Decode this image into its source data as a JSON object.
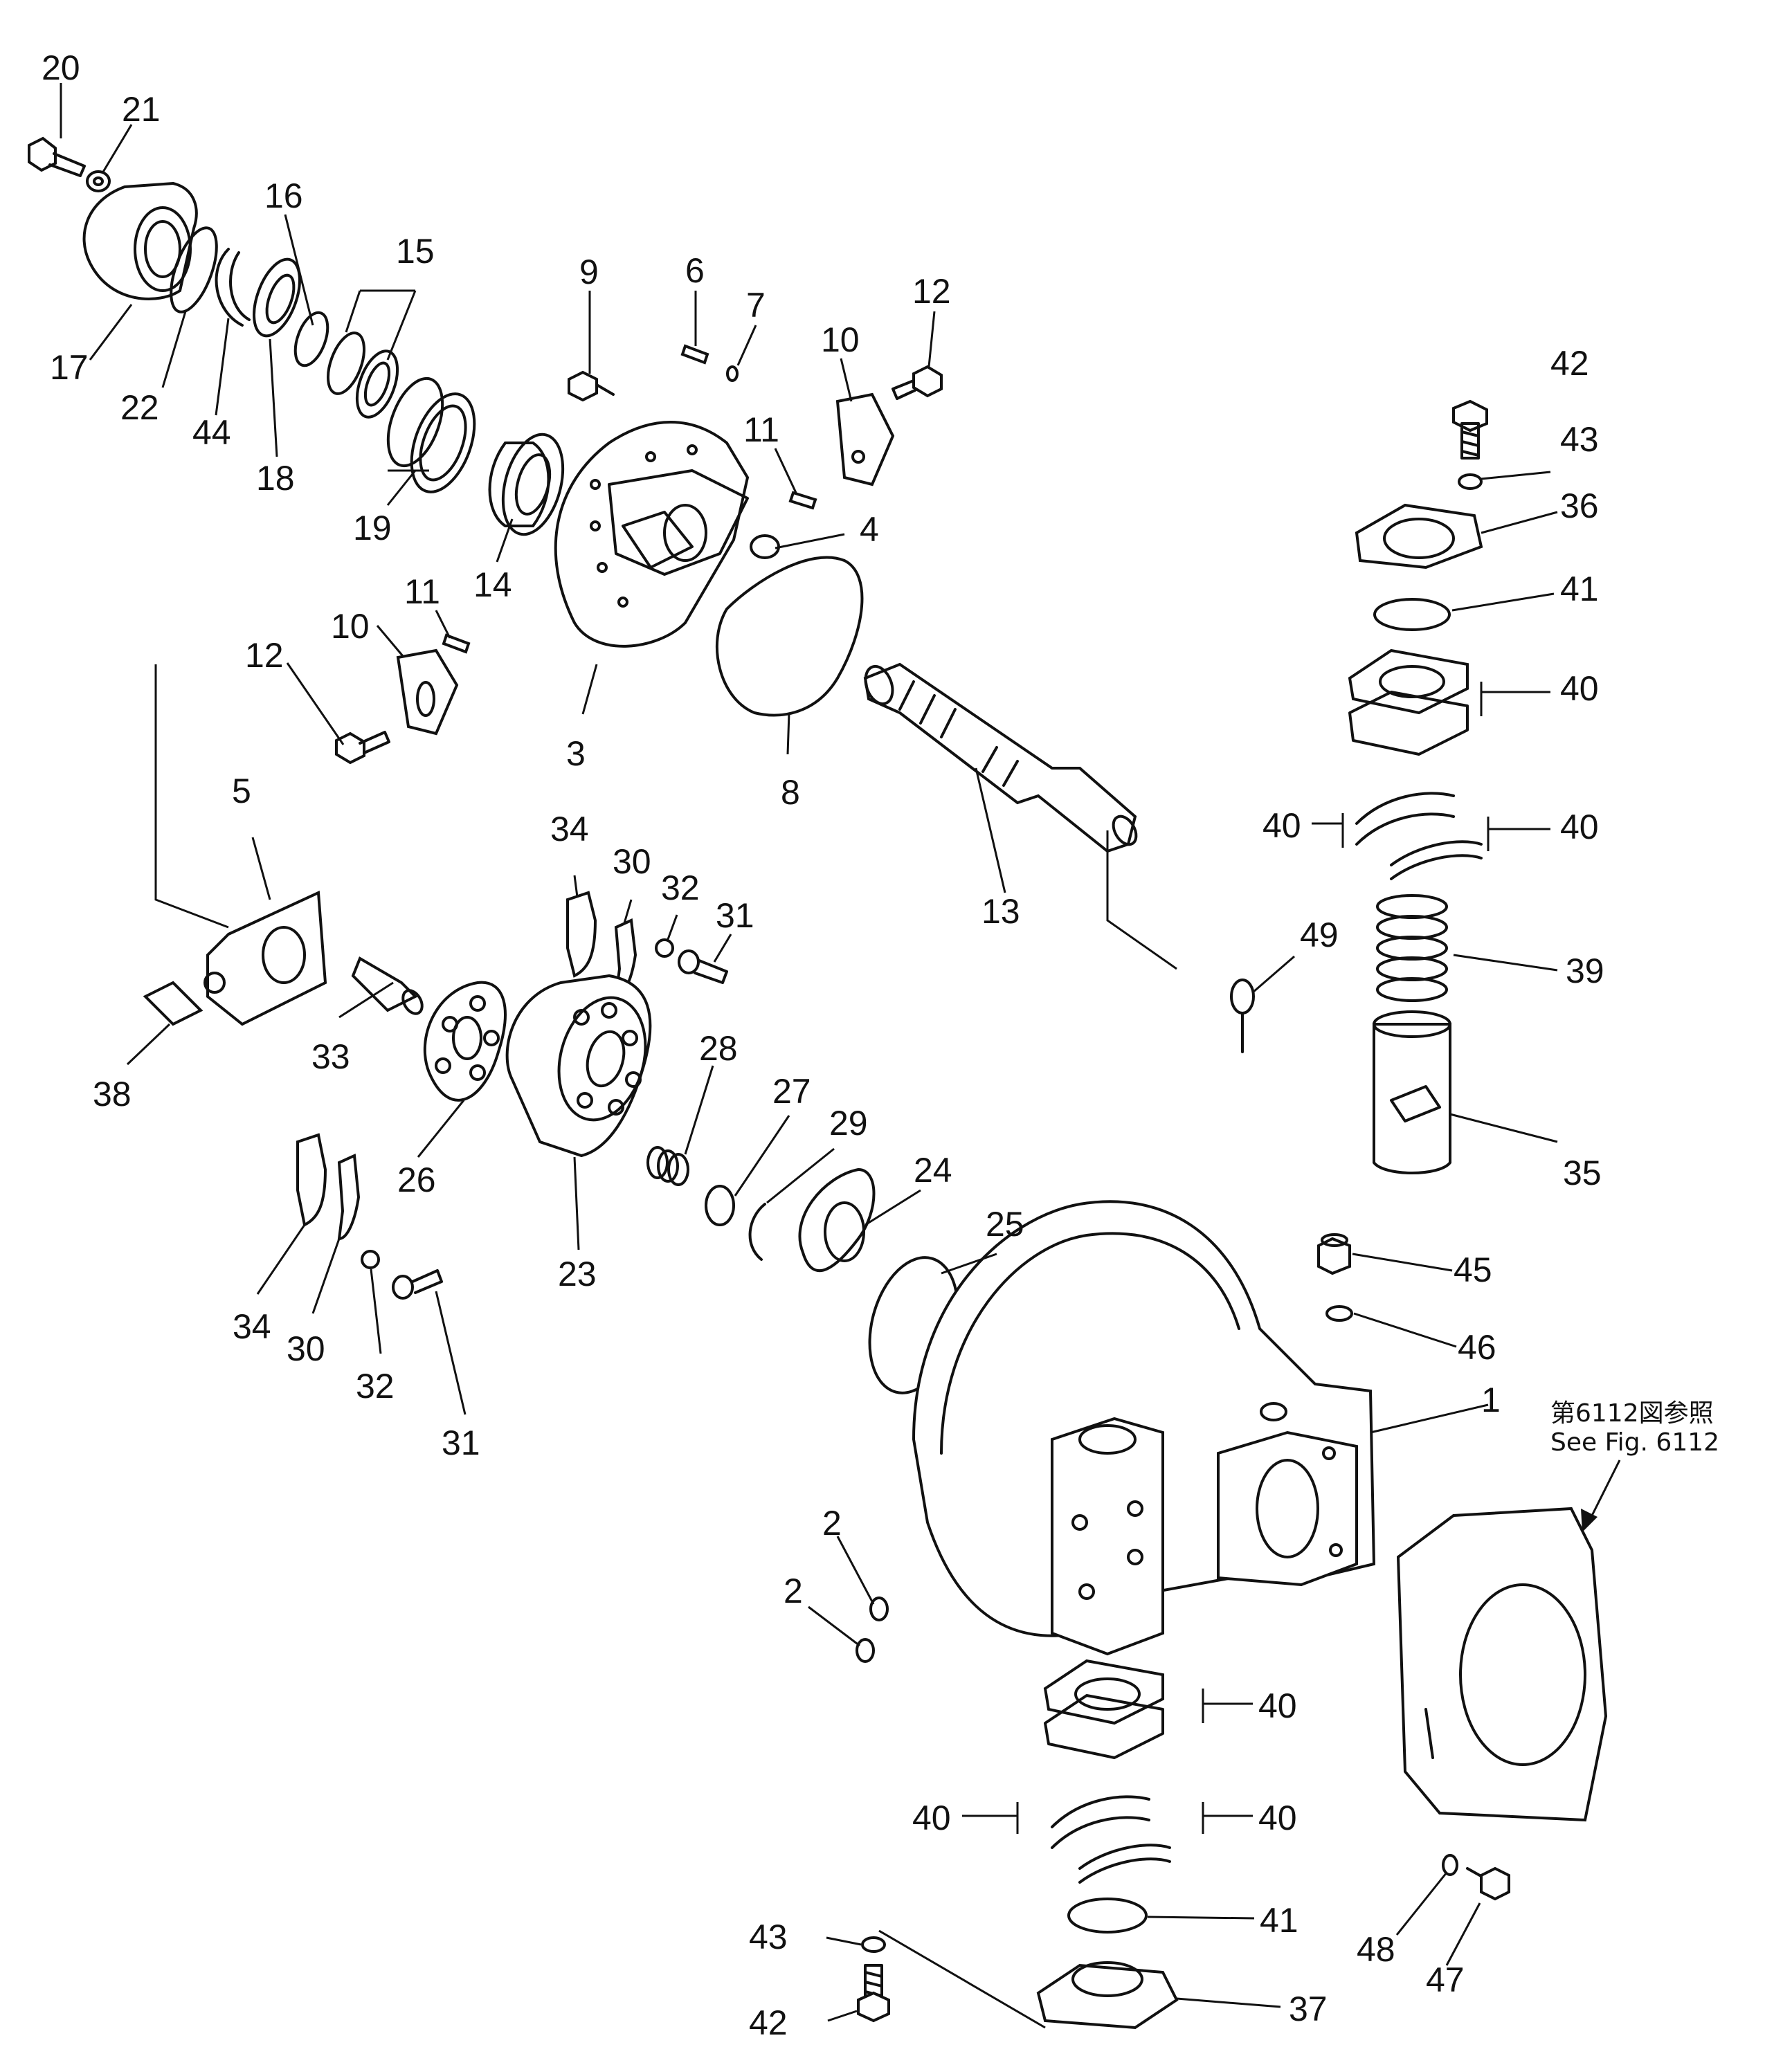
{
  "callouts": [
    {
      "id": "c20",
      "text": "20"
    },
    {
      "id": "c21",
      "text": "21"
    },
    {
      "id": "c16",
      "text": "16"
    },
    {
      "id": "c15",
      "text": "15"
    },
    {
      "id": "c9",
      "text": "9"
    },
    {
      "id": "c6",
      "text": "6"
    },
    {
      "id": "c7",
      "text": "7"
    },
    {
      "id": "c10a",
      "text": "10"
    },
    {
      "id": "c12a",
      "text": "12"
    },
    {
      "id": "c42a",
      "text": "42"
    },
    {
      "id": "c17",
      "text": "17"
    },
    {
      "id": "c22",
      "text": "22"
    },
    {
      "id": "c44",
      "text": "44"
    },
    {
      "id": "c18",
      "text": "18"
    },
    {
      "id": "c19",
      "text": "19"
    },
    {
      "id": "c14",
      "text": "14"
    },
    {
      "id": "c11a",
      "text": "11"
    },
    {
      "id": "c4",
      "text": "4"
    },
    {
      "id": "c43a",
      "text": "43"
    },
    {
      "id": "c36",
      "text": "36"
    },
    {
      "id": "c41a",
      "text": "41"
    },
    {
      "id": "c11b",
      "text": "11"
    },
    {
      "id": "c10b",
      "text": "10"
    },
    {
      "id": "c12b",
      "text": "12"
    },
    {
      "id": "c3",
      "text": "3"
    },
    {
      "id": "c8",
      "text": "8"
    },
    {
      "id": "c13",
      "text": "13"
    },
    {
      "id": "c40a",
      "text": "40"
    },
    {
      "id": "c40b",
      "text": "40"
    },
    {
      "id": "c40c",
      "text": "40"
    },
    {
      "id": "c5",
      "text": "5"
    },
    {
      "id": "c34a",
      "text": "34"
    },
    {
      "id": "c30a",
      "text": "30"
    },
    {
      "id": "c32a",
      "text": "32"
    },
    {
      "id": "c31a",
      "text": "31"
    },
    {
      "id": "c49",
      "text": "49"
    },
    {
      "id": "c39",
      "text": "39"
    },
    {
      "id": "c38",
      "text": "38"
    },
    {
      "id": "c33",
      "text": "33"
    },
    {
      "id": "c28",
      "text": "28"
    },
    {
      "id": "c27",
      "text": "27"
    },
    {
      "id": "c29",
      "text": "29"
    },
    {
      "id": "c24",
      "text": "24"
    },
    {
      "id": "c25",
      "text": "25"
    },
    {
      "id": "c26",
      "text": "26"
    },
    {
      "id": "c23",
      "text": "23"
    },
    {
      "id": "c35",
      "text": "35"
    },
    {
      "id": "c45",
      "text": "45"
    },
    {
      "id": "c46",
      "text": "46"
    },
    {
      "id": "c34b",
      "text": "34"
    },
    {
      "id": "c30b",
      "text": "30"
    },
    {
      "id": "c32b",
      "text": "32"
    },
    {
      "id": "c31b",
      "text": "31"
    },
    {
      "id": "c1",
      "text": "1"
    },
    {
      "id": "c2a",
      "text": "2"
    },
    {
      "id": "c2b",
      "text": "2"
    },
    {
      "id": "c40d",
      "text": "40"
    },
    {
      "id": "c40e",
      "text": "40"
    },
    {
      "id": "c40f",
      "text": "40"
    },
    {
      "id": "c41b",
      "text": "41"
    },
    {
      "id": "c43b",
      "text": "43"
    },
    {
      "id": "c48",
      "text": "48"
    },
    {
      "id": "c47",
      "text": "47"
    },
    {
      "id": "c42b",
      "text": "42"
    },
    {
      "id": "c37",
      "text": "37"
    }
  ],
  "reference_note": {
    "line1": "第6112図参照",
    "line2": "See  Fig. 6112"
  }
}
